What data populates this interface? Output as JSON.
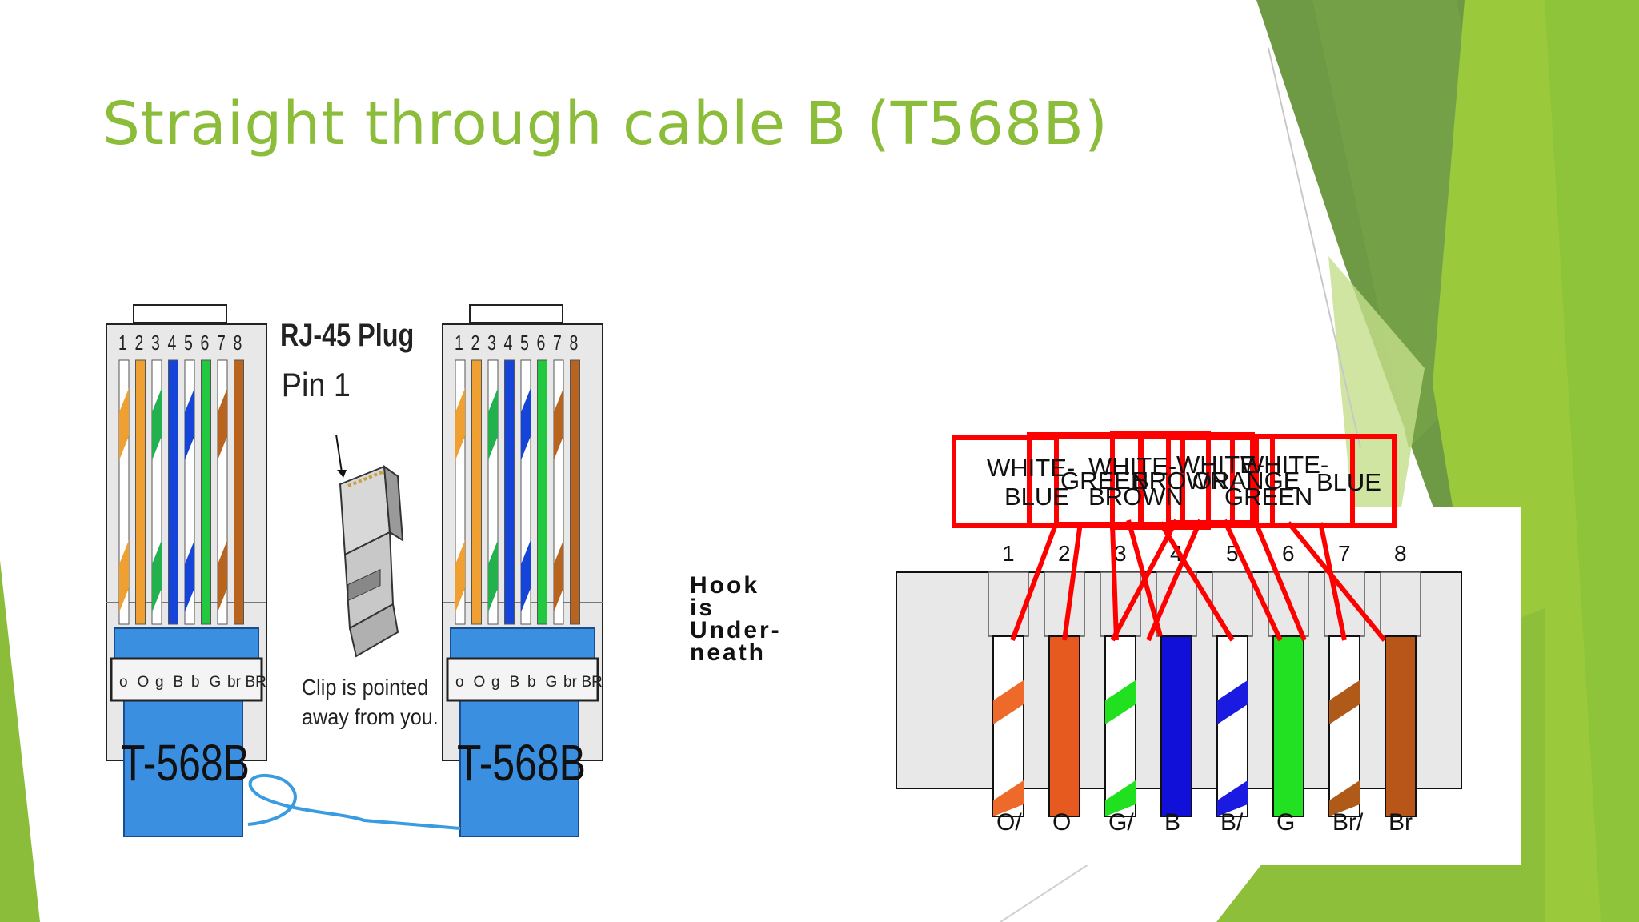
{
  "slide": {
    "title": "Straight through cable B (T568B)",
    "accent_colors": [
      "#8bbd3a",
      "#6d9c3e",
      "#9fd03c"
    ]
  },
  "plugs": {
    "heading": "RJ-45 Plug",
    "pin_label": "Pin 1",
    "clip_note_line1": "Clip is pointed",
    "clip_note_line2": "away from you.",
    "pin_numbers": [
      "1",
      "2",
      "3",
      "4",
      "5",
      "6",
      "7",
      "8"
    ],
    "wire_codes": [
      "o",
      "O",
      "g",
      "B",
      "b",
      "G",
      "br",
      "BR"
    ],
    "standard_label": "T-568B",
    "wire_colors": [
      {
        "base": "#ffffff",
        "stripe": "#f0a030"
      },
      {
        "base": "#f0a030",
        "stripe": null
      },
      {
        "base": "#ffffff",
        "stripe": "#22b14c"
      },
      {
        "base": "#1544d8",
        "stripe": null
      },
      {
        "base": "#ffffff",
        "stripe": "#1544d8"
      },
      {
        "base": "#22c840",
        "stripe": null
      },
      {
        "base": "#ffffff",
        "stripe": "#b8641e"
      },
      {
        "base": "#b8641e",
        "stripe": null
      }
    ]
  },
  "connector": {
    "hook_note": [
      "Hook",
      "is",
      "Under-",
      "neath"
    ],
    "pin_numbers": [
      "1",
      "2",
      "3",
      "4",
      "5",
      "6",
      "7",
      "8"
    ],
    "wire_codes": [
      "O/",
      "O",
      "G/",
      "B",
      "B/",
      "G",
      "Br/",
      "Br"
    ],
    "wire_colors": [
      {
        "base": "#ffffff",
        "stripe": "#ee6a2a"
      },
      {
        "base": "#e65a20",
        "stripe": null
      },
      {
        "base": "#ffffff",
        "stripe": "#20e020"
      },
      {
        "base": "#1010d8",
        "stripe": null
      },
      {
        "base": "#ffffff",
        "stripe": "#1a1ae0"
      },
      {
        "base": "#22e022",
        "stripe": null
      },
      {
        "base": "#ffffff",
        "stripe": "#b05a1a"
      },
      {
        "base": "#b8561a",
        "stripe": null
      }
    ]
  },
  "callout_labels": {
    "color": "#ff0000",
    "line_a": [
      "WHITE-",
      "BLUE"
    ],
    "line_b": [
      "WHITE-",
      "GREEN"
    ],
    "line_c": [
      "BROWN"
    ],
    "line_d": [
      "WHITE-",
      "BROWN"
    ],
    "line_e": [
      "ORANGE"
    ],
    "line_f": [
      "WHITE-",
      "GREEN"
    ],
    "line_g": [
      "BLUE"
    ]
  }
}
